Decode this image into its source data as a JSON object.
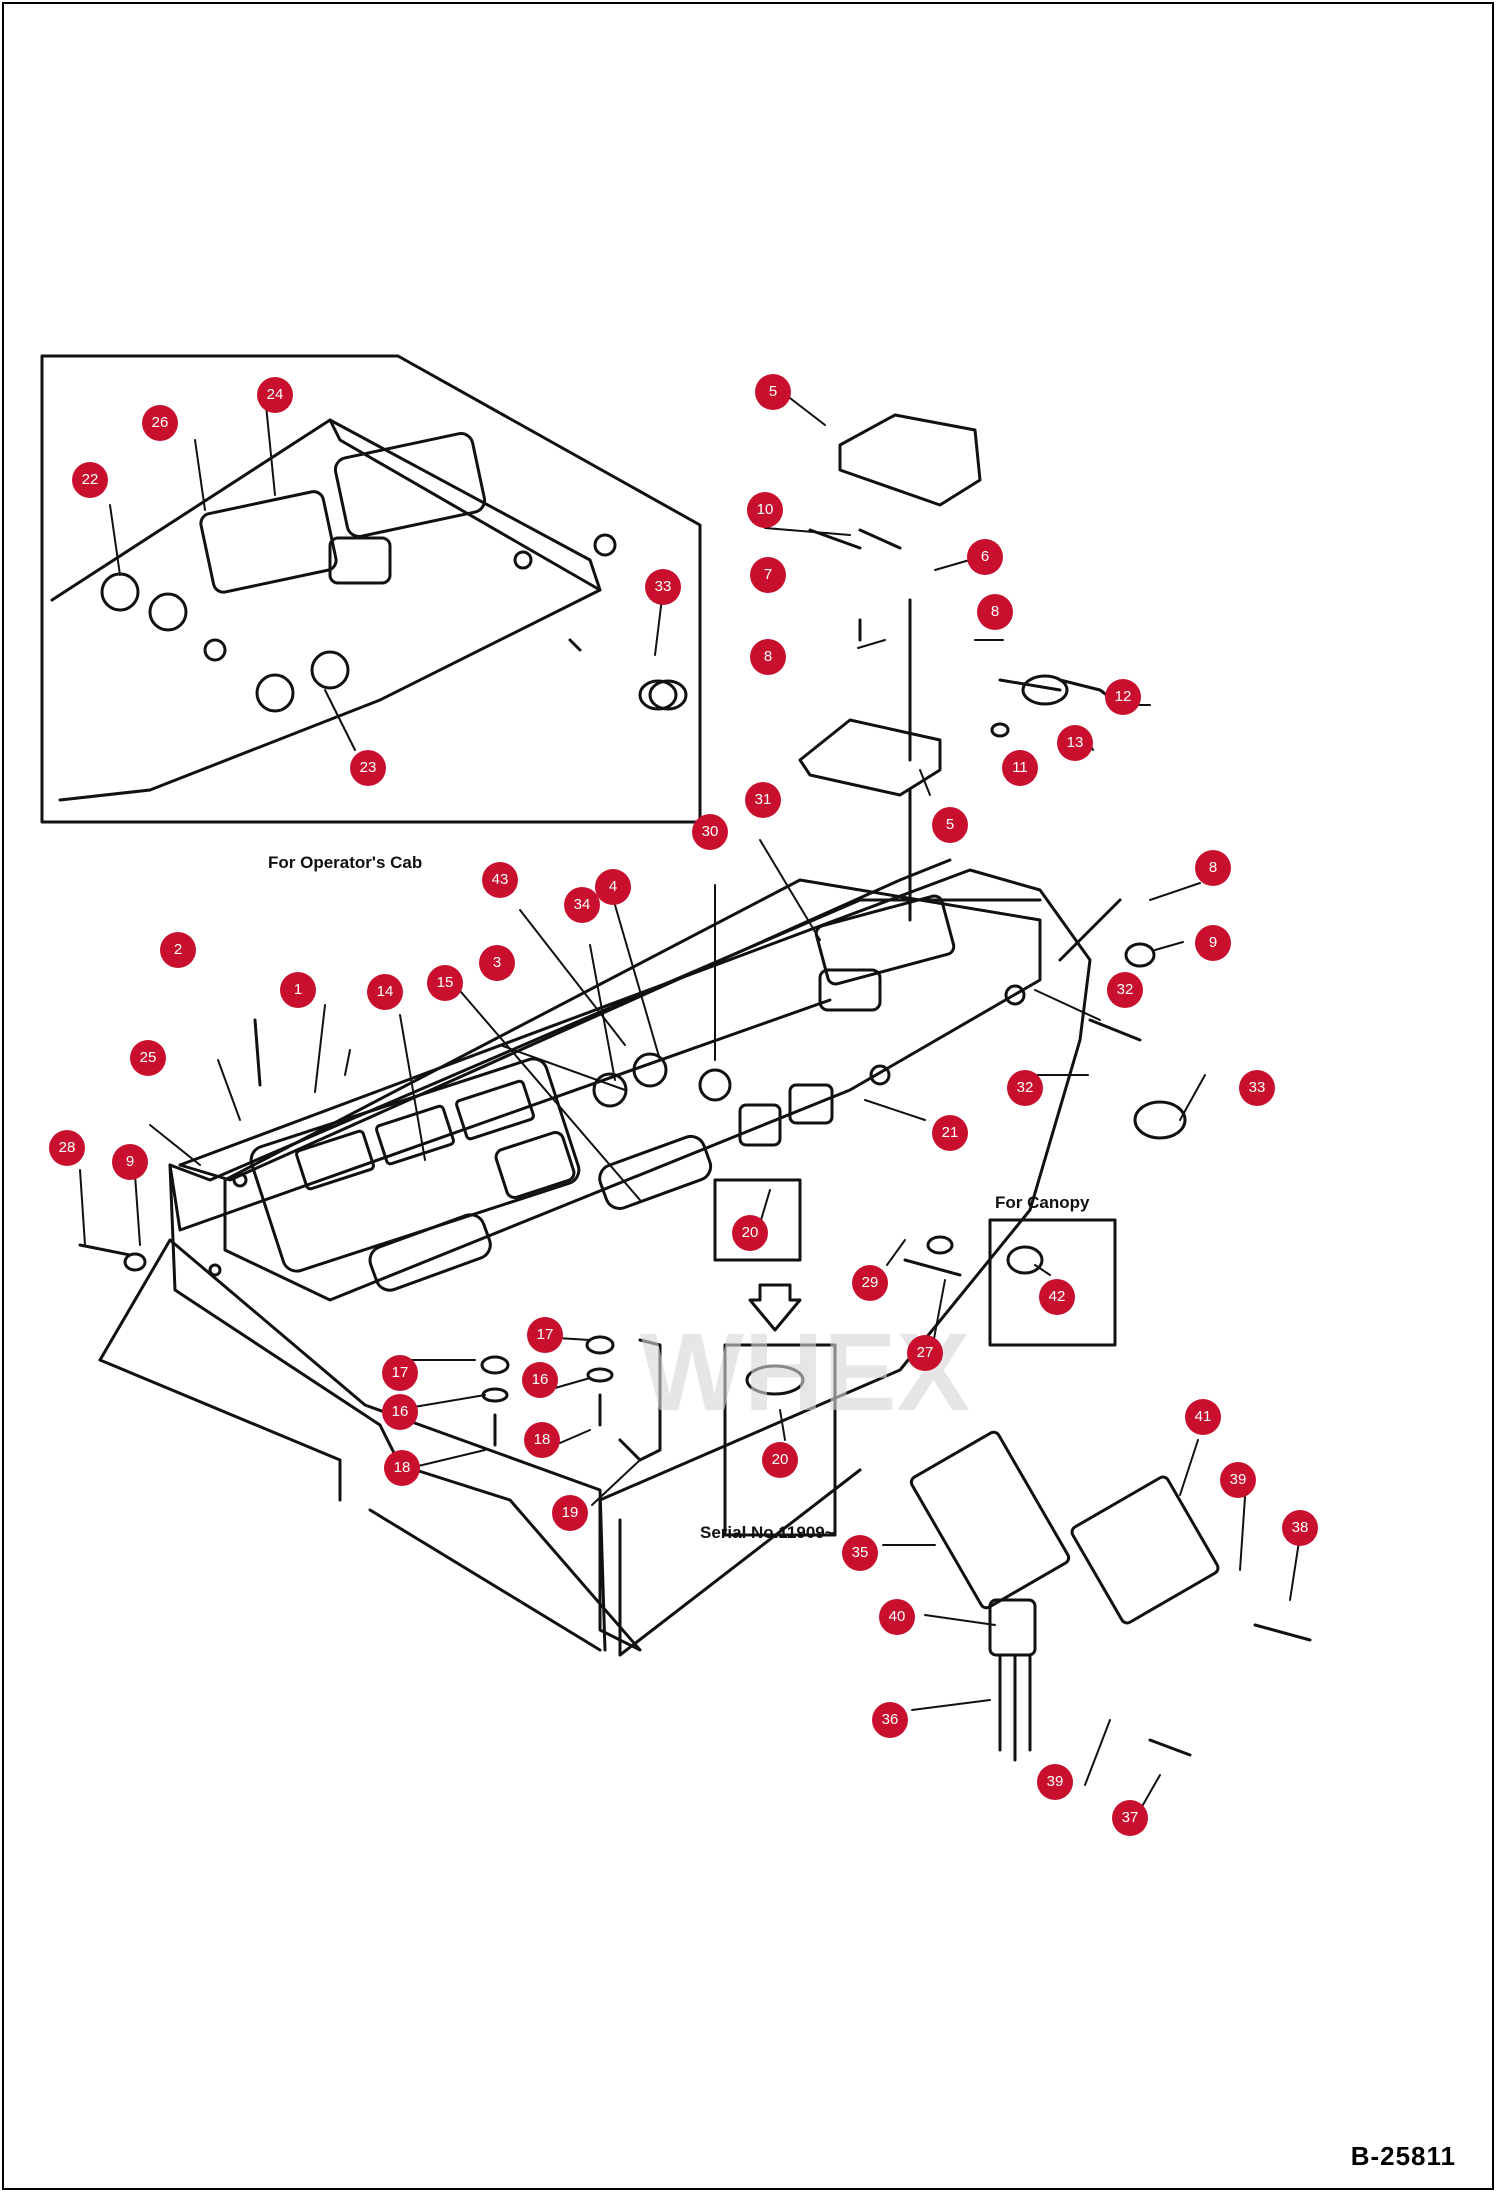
{
  "document_number": "B-25811",
  "labels": {
    "operators_cab": "For Operator's Cab",
    "canopy": "For Canopy",
    "serial": "Serial No.11909~"
  },
  "colors": {
    "callout": "#c8102e",
    "line": "#111111"
  },
  "callouts": [
    "24",
    "26",
    "22",
    "23",
    "33",
    "5",
    "10",
    "6",
    "7",
    "8",
    "8",
    "12",
    "13",
    "11",
    "5",
    "31",
    "30",
    "43",
    "34",
    "4",
    "3",
    "2",
    "1",
    "14",
    "15",
    "25",
    "28",
    "9",
    "8",
    "9",
    "32",
    "32",
    "33",
    "21",
    "20",
    "29",
    "27",
    "42",
    "17",
    "17",
    "16",
    "16",
    "18",
    "18",
    "19",
    "20",
    "35",
    "41",
    "39",
    "38",
    "40",
    "36",
    "39",
    "37"
  ]
}
